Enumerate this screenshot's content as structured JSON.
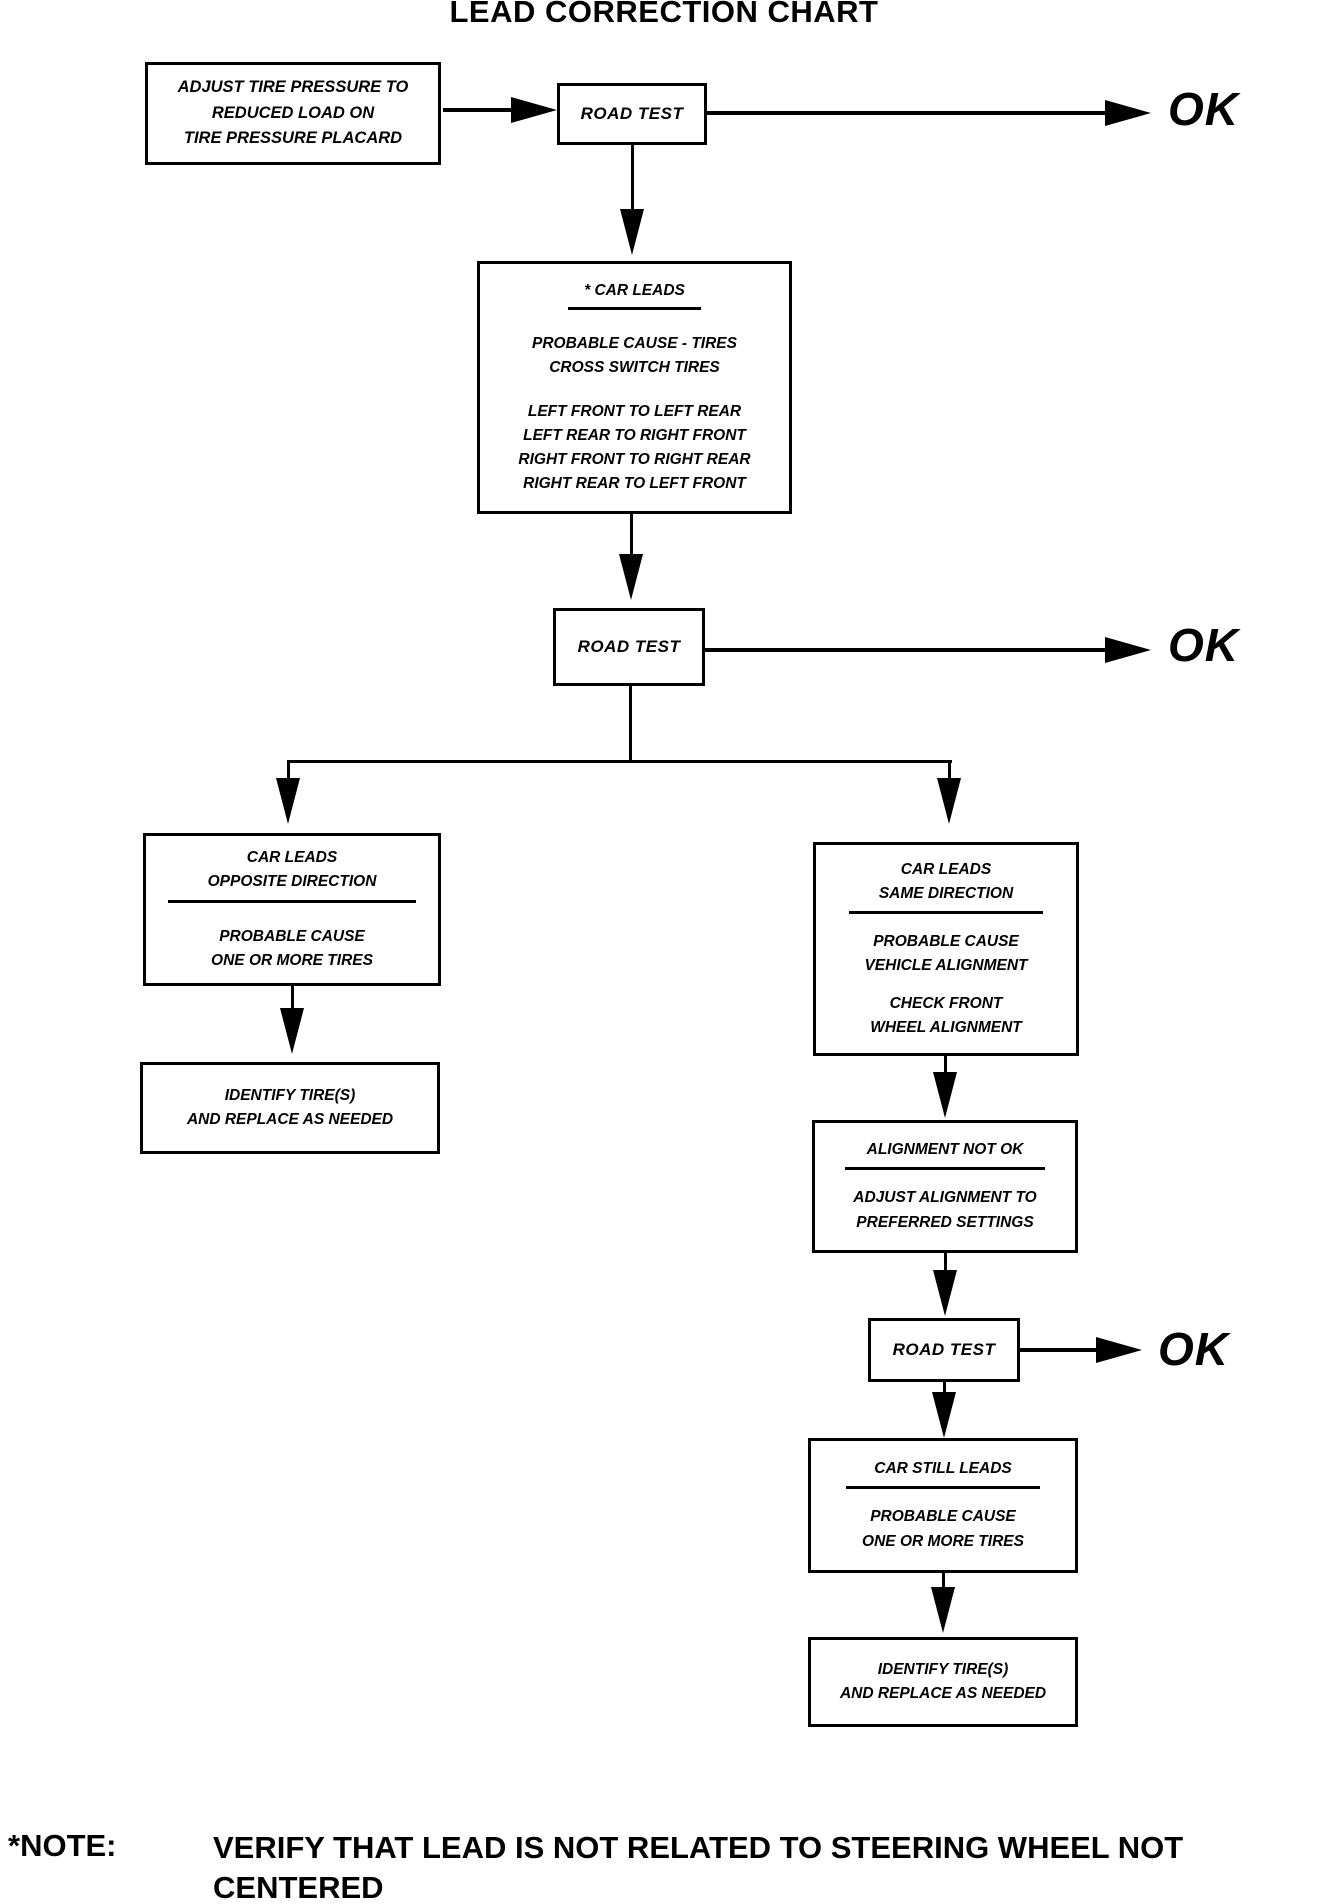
{
  "title": "LEAD CORRECTION CHART",
  "diagram": {
    "ok_label": "OK",
    "nodes": {
      "adjust_pressure": {
        "lines": [
          "ADJUST TIRE PRESSURE TO",
          "REDUCED LOAD ON",
          "TIRE PRESSURE PLACARD"
        ]
      },
      "road_test": {
        "label": "ROAD TEST"
      },
      "car_leads_tires": {
        "heading": "* CAR LEADS",
        "cause_lines": [
          "PROBABLE CAUSE - TIRES",
          "CROSS SWITCH TIRES"
        ],
        "switch_lines": [
          "LEFT FRONT TO LEFT REAR",
          "LEFT REAR TO RIGHT FRONT",
          "RIGHT FRONT TO RIGHT REAR",
          "RIGHT REAR TO LEFT FRONT"
        ]
      },
      "car_leads_opposite": {
        "line1": "CAR LEADS",
        "heading": "OPPOSITE DIRECTION",
        "lines": [
          "PROBABLE CAUSE",
          "ONE OR MORE TIRES"
        ]
      },
      "identify_tires_left": {
        "lines": [
          "IDENTIFY TIRE(S)",
          "AND REPLACE AS NEEDED"
        ]
      },
      "car_leads_same": {
        "line1": "CAR LEADS",
        "heading": "SAME DIRECTION",
        "cause_lines": [
          "PROBABLE CAUSE",
          "VEHICLE ALIGNMENT"
        ],
        "check_lines": [
          "CHECK FRONT",
          "WHEEL ALIGNMENT"
        ]
      },
      "alignment_not_ok": {
        "heading": "ALIGNMENT NOT OK",
        "lines": [
          "ADJUST ALIGNMENT TO",
          "PREFERRED SETTINGS"
        ]
      },
      "car_still_leads": {
        "heading": "CAR STILL LEADS",
        "lines": [
          "PROBABLE CAUSE",
          "ONE OR MORE TIRES"
        ]
      },
      "identify_tires_right": {
        "lines": [
          "IDENTIFY TIRE(S)",
          "AND REPLACE AS NEEDED"
        ]
      }
    },
    "note": {
      "label": "*NOTE:",
      "text_lines": [
        "VERIFY THAT LEAD IS NOT RELATED TO STEERING WHEEL NOT",
        "CENTERED"
      ]
    },
    "colors": {
      "ink": "#000000",
      "background": "#ffffff"
    }
  }
}
